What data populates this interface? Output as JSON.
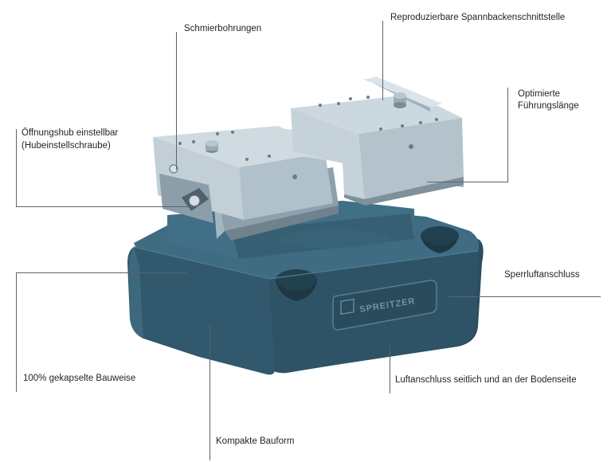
{
  "labels": {
    "schmierbohrungen": "Schmierbohrungen",
    "spannbacken": "Reproduzierbare Spannbackenschnittstelle",
    "fuehrung_1": "Optimierte",
    "fuehrung_2": "Führungslänge",
    "oeffnungshub_1": "Öffnungshub einstellbar",
    "oeffnungshub_2": "(Hubeinstellschraube)",
    "sperrluft": "Sperrluftanschluss",
    "gekapselt": "100% gekapselte Bauweise",
    "luftanschluss": "Luftanschluss seitlich und an der Bodenseite",
    "kompakt": "Kompakte Bauform"
  },
  "logo": {
    "text": "SPREITZER"
  },
  "colors": {
    "body_dark": "#2f5569",
    "body_mid": "#3e6a80",
    "body_light": "#5d879b",
    "jaw_light": "#c4d1d9",
    "jaw_mid": "#a6b6c1",
    "jaw_dark": "#7e909c",
    "leader": "#5a646c"
  }
}
